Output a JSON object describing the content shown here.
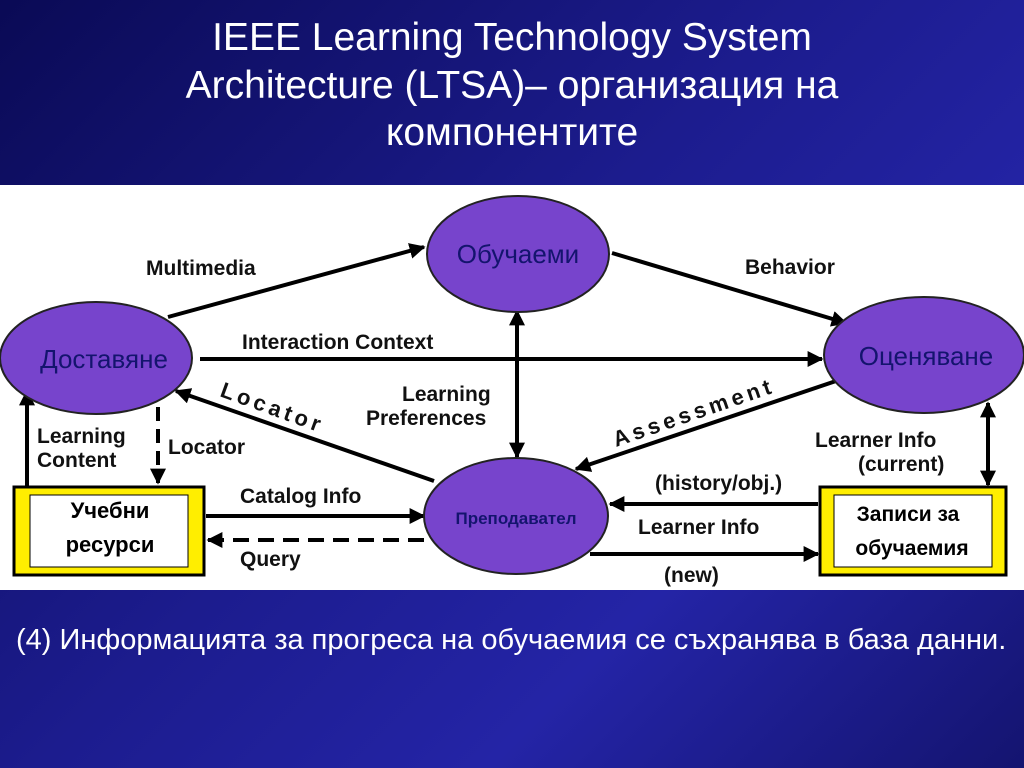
{
  "title": {
    "line1": "IEEE Learning Technology System",
    "line2": "Architecture (LTSA)– организация на",
    "line3": "компонентите"
  },
  "nodes": {
    "learner": "Обучаеми",
    "delivery": "Доставяне",
    "evaluation": "Оценяване",
    "coach": "Преподавател"
  },
  "stores": {
    "resources_l1": "Учебни",
    "resources_l2": "ресурси",
    "records_l1": "Записи за",
    "records_l2": "обучаемия"
  },
  "flows": {
    "multimedia": "Multimedia",
    "behavior": "Behavior",
    "interaction_context": "Interaction Context",
    "locator_diag": "Locator",
    "learning_pref_l1": "Learning",
    "learning_pref_l2": "Preferences",
    "assessment": "Assessment",
    "learning_content_l1": "Learning",
    "learning_content_l2": "Content",
    "locator_vert": "Locator",
    "catalog_info": "Catalog Info",
    "query": "Query",
    "history_obj": "(history/obj.)",
    "learner_info_current_l1": "Learner Info",
    "learner_info_current_l2": "(current)",
    "learner_info": "Learner Info",
    "new": "(new)"
  },
  "caption": "(4) Информацията за прогреса на обучаемия се съхранява в база данни.",
  "colors": {
    "background": "#1c1c8e",
    "node_fill": "#7744cc",
    "store_fill": "#ffee00",
    "arrow": "#000000"
  }
}
